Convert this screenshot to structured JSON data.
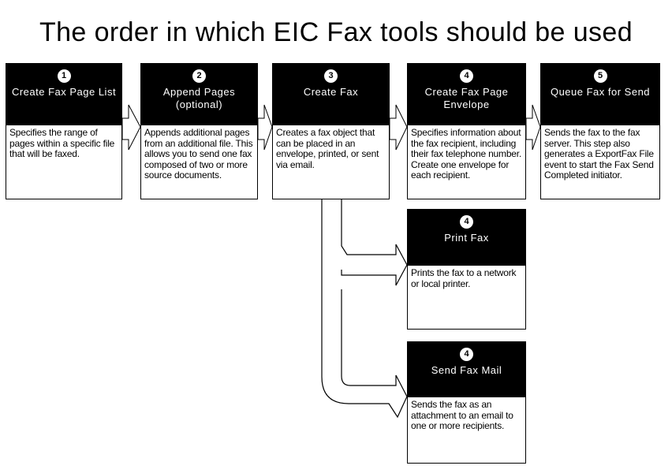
{
  "title": "The order in which EIC Fax tools should be used",
  "colors": {
    "header_bg": "#000000",
    "header_text": "#ffffff",
    "body_text": "#000000",
    "border": "#000000",
    "background": "#ffffff"
  },
  "steps": [
    {
      "number": "1",
      "title": "Create Fax Page List",
      "description": "Specifies the range of pages within a specific file that will be faxed."
    },
    {
      "number": "2",
      "title": "Append Pages (optional)",
      "description": "Appends additional pages from an additional file. This allows you to send one fax composed of two or more source documents."
    },
    {
      "number": "3",
      "title": "Create Fax",
      "description": "Creates a fax object that can be placed in an envelope, printed, or sent via email."
    },
    {
      "number": "4",
      "title": "Create Fax Page Envelope",
      "description": "Specifies information about the fax recipient, including their fax telephone number. Create one envelope for each recipient."
    },
    {
      "number": "5",
      "title": "Queue Fax for Send",
      "description": "Sends the fax to the fax server. This step also generates a ExportFax File event to start the Fax Send Completed initiator."
    }
  ],
  "branches": [
    {
      "number": "4",
      "title": "Print Fax",
      "description": "Prints the fax to a network or local printer."
    },
    {
      "number": "4",
      "title": "Send Fax Mail",
      "description": "Sends the fax as an attachment to an email to one or more recipients."
    }
  ]
}
